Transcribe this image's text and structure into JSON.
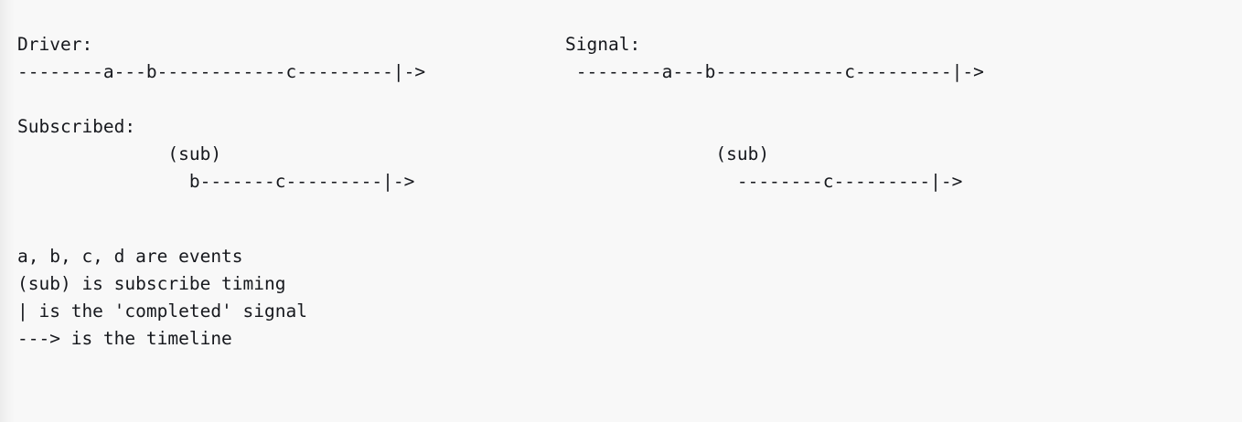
{
  "block": {
    "kind": "ascii-marble-diagram",
    "background_color": "#f8f8f8",
    "text_color": "#16181d"
  },
  "driver": {
    "label": "Driver:",
    "timeline": "--------a---b------------c---------|->"
  },
  "signal": {
    "label": "Signal:",
    "timeline": " --------a---b------------c---------|->"
  },
  "subscribed": {
    "label": "Subscribed:",
    "left": {
      "sub_marker": "              (sub)",
      "timeline": "                b-------c---------|->"
    },
    "right": {
      "sub_marker": "              (sub)",
      "timeline": "                --------c---------|->"
    }
  },
  "legend": {
    "lines": [
      "a, b, c, d are events",
      "(sub) is subscribe timing",
      "| is the 'completed' signal",
      "---> is the timeline"
    ]
  }
}
